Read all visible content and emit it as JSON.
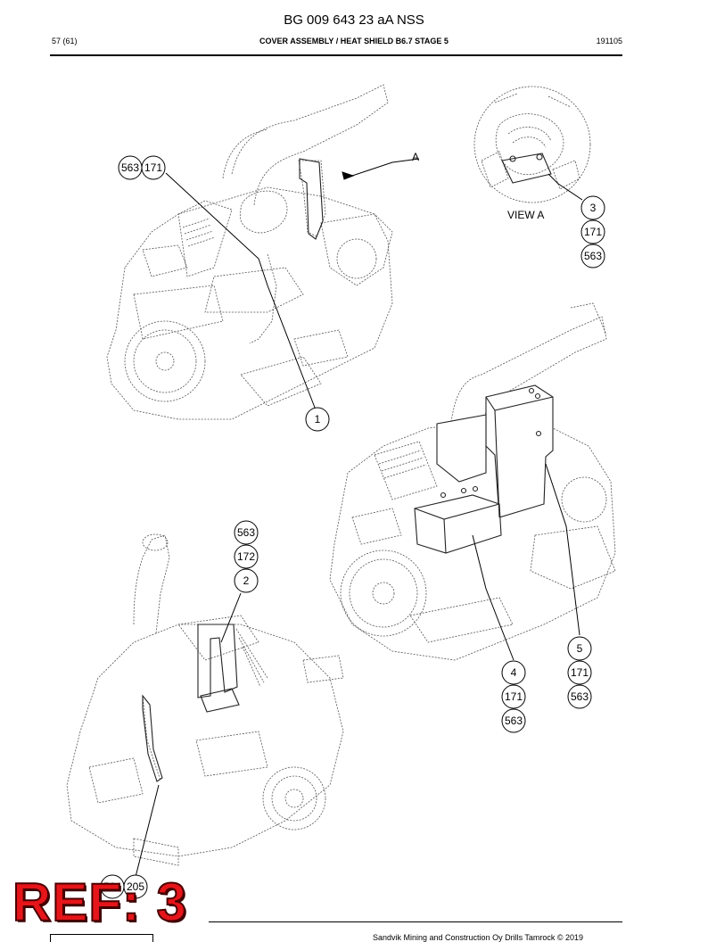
{
  "header": {
    "doc_number": "BG 009 643 23 aA NSS",
    "page": "57 (61)",
    "title": "COVER ASSEMBLY / HEAT SHIELD B6.7 STAGE 5",
    "date_code": "191105"
  },
  "labels": {
    "view_arrow": "A",
    "view_title": "VIEW A"
  },
  "callouts": {
    "top_left_563": "563",
    "top_left_171": "171",
    "item_1": "1",
    "view_3": "3",
    "view_171": "171",
    "view_563": "563",
    "mid_563": "563",
    "mid_172": "172",
    "item_2": "2",
    "item_5": "5",
    "item_5_171": "171",
    "item_5_563": "563",
    "item_4": "4",
    "item_4_171": "171",
    "item_4_563": "563",
    "bottom_564": "564",
    "bottom_205": "205"
  },
  "stamp": {
    "ref_text": "REF: 3",
    "color": "#e5151a"
  },
  "footer": {
    "copyright": "Sandvik Mining and Construction Oy Drills Tamrock © 2019"
  }
}
